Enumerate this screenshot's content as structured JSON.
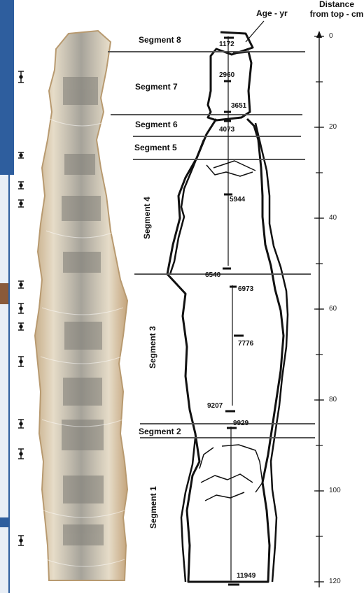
{
  "header": {
    "age_label": "Age - yr",
    "distance_line1": "Distance",
    "distance_line2": "from top - cm"
  },
  "segments": [
    {
      "label": "Segment 8",
      "orientation": "horizontal"
    },
    {
      "label": "Segment 7",
      "orientation": "horizontal"
    },
    {
      "label": "Segment 6",
      "orientation": "horizontal"
    },
    {
      "label": "Segment 5",
      "orientation": "horizontal"
    },
    {
      "label": "Segment 4",
      "orientation": "vertical"
    },
    {
      "label": "Segment 3",
      "orientation": "vertical"
    },
    {
      "label": "Segment 2",
      "orientation": "horizontal"
    },
    {
      "label": "Segment 1",
      "orientation": "vertical"
    }
  ],
  "ages": [
    "1172",
    "2960",
    "3651",
    "4073",
    "5944",
    "6540",
    "6973",
    "7776",
    "9207",
    "9929",
    "11949"
  ],
  "axis": {
    "ticks": [
      "0",
      "20",
      "40",
      "60",
      "80",
      "100",
      "120"
    ],
    "min": 0,
    "max": 120
  },
  "colors": {
    "photo_outer": "#d8c6a6",
    "photo_band": "#9a968a",
    "photo_edge": "#b89a70",
    "blue_frame": "#2e5e9e",
    "line": "#111111",
    "divider": "#555555"
  }
}
